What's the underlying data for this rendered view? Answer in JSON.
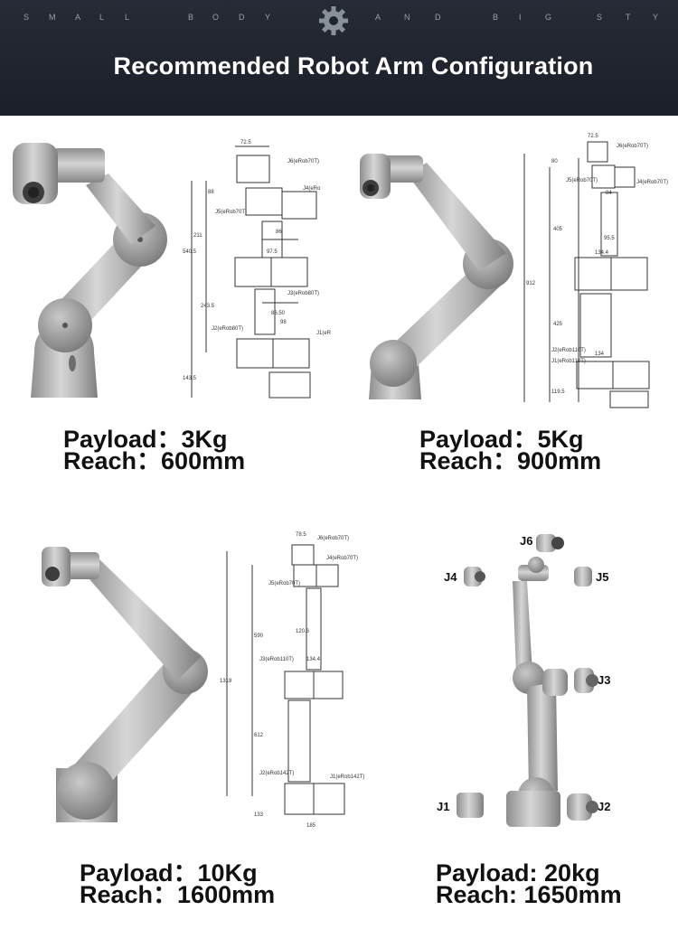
{
  "header": {
    "tagline": [
      "S",
      "M",
      "A",
      "L",
      "L",
      "B",
      "O",
      "D",
      "Y",
      "A",
      "N",
      "D",
      "B",
      "I",
      "G",
      "S",
      "T",
      "Y"
    ],
    "title": "Recommended Robot Arm Configuration"
  },
  "models": [
    {
      "payload": "Payload：3Kg",
      "reach": "Reach：600mm"
    },
    {
      "payload": "Payload：5Kg",
      "reach": "Reach：900mm"
    },
    {
      "payload": "Payload：10Kg",
      "reach": "Reach：1600mm"
    },
    {
      "payload": "Payload: 20kg",
      "reach": "Reach: 1650mm"
    }
  ],
  "drawing_labels": {
    "m1": [
      "72.5",
      "J6(eRob70T)",
      "J4(eRo",
      "88",
      "J5(eRob70T)",
      "86",
      "211",
      "97.5",
      "540.5",
      "J3(eRob80T)",
      "243.5",
      "86.50",
      "J2(eRob80T)",
      "98",
      "J1(eR",
      "143.5"
    ],
    "m2": [
      "72.5",
      "J6(eRob70T)",
      "J5(eRob70T)",
      "J4(eRob70T)",
      "80",
      "84",
      "95.5",
      "134.4",
      "405",
      "912",
      "425",
      "J2(eRob110T)",
      "134",
      "J1(eRob110T)",
      "119.5"
    ],
    "m3": [
      "78.5",
      "J6(eRob70T)",
      "J4(eRob70T)",
      "J5(eRob70T)",
      "J3(eRob110T)",
      "120.6",
      "134.4",
      "590",
      "1318",
      "612",
      "J2(eRob142T)",
      "J1(eRob142T)",
      "133",
      "185"
    ],
    "m4": [
      "J6",
      "J4",
      "J5",
      "J3",
      "J1",
      "J2"
    ]
  }
}
